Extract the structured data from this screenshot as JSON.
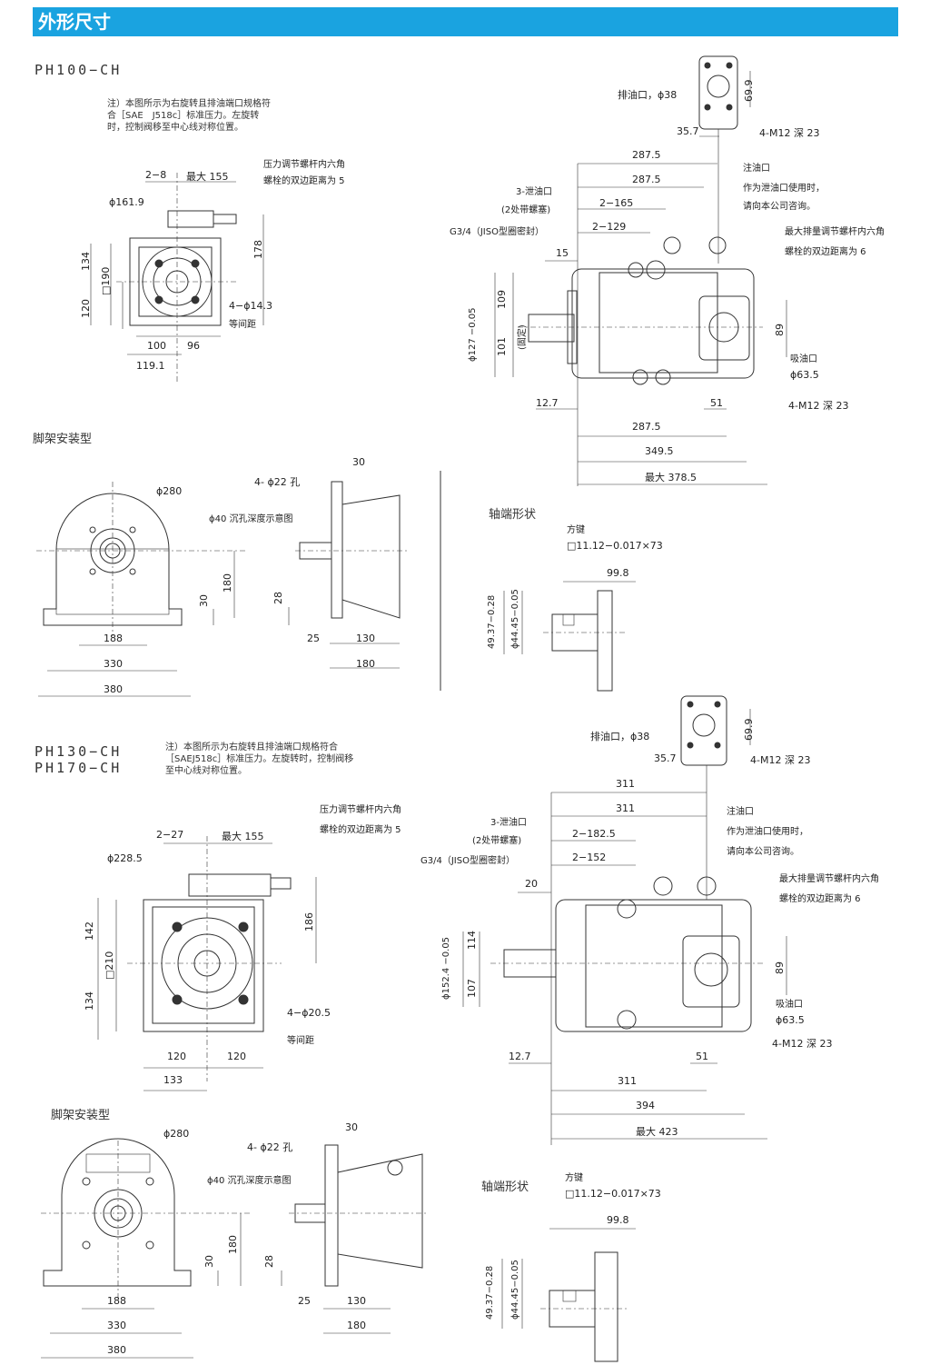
{
  "page_title": "外形尺寸",
  "section1": {
    "model": "PH100−CH",
    "note": "注）本图所示为右旋转且排油端口规格符合［SAE　J518c］标准压力。左旋转时，控制阀移至中心线对称位置。",
    "front": {
      "d_2_8": "2−8",
      "max155": "最大 155",
      "phi161": "ϕ161.9",
      "press_label1": "压力调节螺杆内六角",
      "press_label2": "螺栓的双边距离为 5",
      "d134": "134",
      "d120": "120",
      "sq190": "□190",
      "d178": "178",
      "holes": "4−ϕ14.3",
      "equal": "等间距",
      "d100": "100",
      "d96": "96",
      "d119": "119.1"
    },
    "side": {
      "drain_port": "排油口，ϕ38",
      "d699": "69.9",
      "d357": "35.7",
      "m12a": "4-M12 深 23",
      "d2875a": "287.5",
      "d2875b": "287.5",
      "fill_port": "注油口",
      "fill_note1": "作为泄油口使用时，",
      "fill_note2": "请向本公司咨询。",
      "drain3": "3-泄油口",
      "plug": "(2处带螺塞)",
      "d2165": "2−165",
      "g34": "G3/4（JISO型圈密封）",
      "d2129": "2−129",
      "d15": "15",
      "maxdisp1": "最大排量调节螺杆内六角",
      "maxdisp2": "螺栓的双边距离为 6",
      "d127": "ϕ127 −0.05",
      "d109": "109",
      "d101": "101",
      "fixed": "(固定)",
      "d89": "89",
      "suction": "吸油口",
      "phi635": "ϕ63.5",
      "m12b": "4-M12 深 23",
      "d127b": "12.7",
      "d51": "51",
      "d2875c": "287.5",
      "d3495": "349.5",
      "max3785": "最大 378.5"
    },
    "foot": {
      "heading": "脚架安装型",
      "phi280": "ϕ280",
      "d30a": "30",
      "d180": "180",
      "d188": "188",
      "d330": "330",
      "d380": "380",
      "holes22": "4- ϕ22 孔",
      "d30b": "30",
      "counter": "ϕ40 沉孔深度示意图",
      "d28": "28",
      "d25": "25",
      "d130": "130",
      "d180b": "180"
    },
    "shaft": {
      "heading": "轴端形状",
      "key": "方键",
      "keysize": "□11.12−0.017×73",
      "d998": "99.8",
      "d4937": "49.37−0.28",
      "d4445": "ϕ44.45−0.05"
    }
  },
  "section2": {
    "model1": "PH130−CH",
    "model2": "PH170−CH",
    "note": "注）本图所示为右旋转且排油端口规格符合［SAEJ518c］标准压力。左旋转时，控制阀移至中心线对称位置。",
    "front": {
      "d_2_27": "2−27",
      "max155": "最大 155",
      "phi228": "ϕ228.5",
      "press_label1": "压力调节螺杆内六角",
      "press_label2": "螺栓的双边距离为 5",
      "d142": "142",
      "d134": "134",
      "sq210": "□210",
      "d186": "186",
      "holes": "4−ϕ20.5",
      "equal": "等间距",
      "d120a": "120",
      "d120b": "120",
      "d133": "133"
    },
    "side": {
      "drain_port": "排油口，ϕ38",
      "d699": "69.9",
      "d357": "35.7",
      "m12a": "4-M12 深 23",
      "d311a": "311",
      "d311b": "311",
      "fill_port": "注油口",
      "fill_note1": "作为泄油口使用时，",
      "fill_note2": "请向本公司咨询。",
      "drain3": "3-泄油口",
      "plug": "(2处带螺塞)",
      "d21825": "2−182.5",
      "g34": "G3/4（JISO型圈密封）",
      "d2152": "2−152",
      "d20": "20",
      "maxdisp1": "最大排量调节螺杆内六角",
      "maxdisp2": "螺栓的双边距离为 6",
      "d1524": "ϕ152.4 −0.05",
      "d114": "114",
      "d107": "107",
      "d89": "89",
      "suction": "吸油口",
      "phi635": "ϕ63.5",
      "m12b": "4-M12 深 23",
      "d127b": "12.7",
      "d51": "51",
      "d311c": "311",
      "d394": "394",
      "max423": "最大 423"
    },
    "foot": {
      "heading": "脚架安装型",
      "phi280": "ϕ280",
      "d30a": "30",
      "d180": "180",
      "d188": "188",
      "d330": "330",
      "d380": "380",
      "holes22": "4- ϕ22 孔",
      "d30b": "30",
      "counter": "ϕ40 沉孔深度示意图",
      "d28": "28",
      "d25": "25",
      "d130": "130",
      "d180b": "180"
    },
    "shaft": {
      "heading": "轴端形状",
      "key": "方键",
      "keysize": "□11.12−0.017×73",
      "d998": "99.8",
      "d4937": "49.37−0.28",
      "d4445": "ϕ44.45−0.05"
    }
  }
}
